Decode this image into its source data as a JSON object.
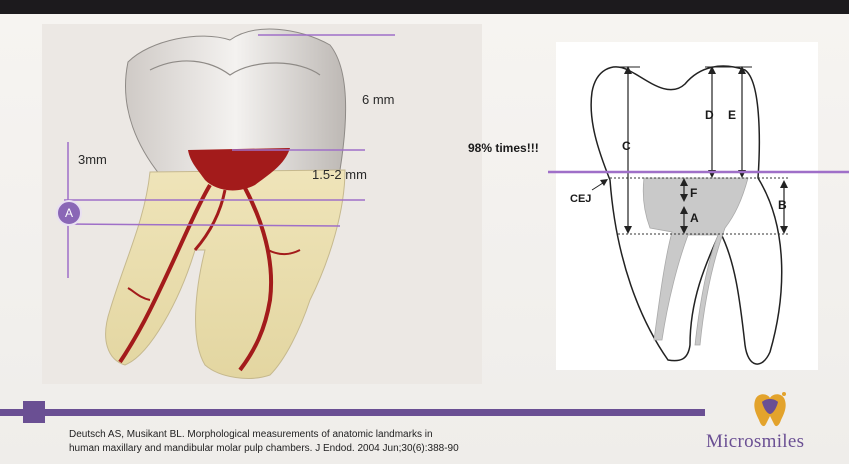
{
  "left_figure": {
    "label_6mm": "6 mm",
    "label_3mm": "3mm",
    "label_15_2mm": "1.5-2 mm",
    "circle_label": "A"
  },
  "right_figure": {
    "highlight": "98% times!!!",
    "label_c": "C",
    "label_d": "D",
    "label_e": "E",
    "label_f": "F",
    "label_a": "A",
    "label_b": "B",
    "label_cej": "CEJ"
  },
  "reference": {
    "line1": "Deutsch AS, Musikant BL. Morphological measurements of anatomic landmarks in",
    "line2": "human maxillary and mandibular molar pulp chambers. J Endod. 2004 Jun;30(6):388-90"
  },
  "brand": {
    "name": "Microsmiles"
  },
  "colors": {
    "accent": "#6a4f93",
    "line_purple": "#9f6fc8",
    "pulp": "#a31b1b"
  }
}
